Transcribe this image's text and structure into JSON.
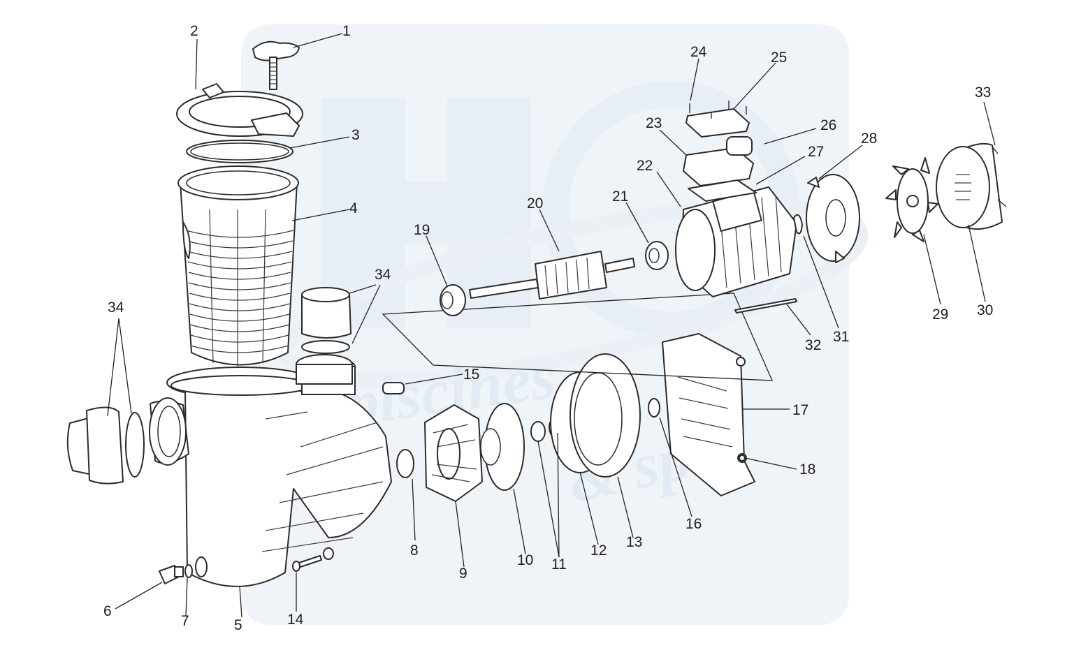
{
  "diagram": {
    "type": "exploded-parts-view",
    "watermark": {
      "text_line1": "piscines",
      "text_line2": "& spas"
    },
    "callouts": [
      {
        "id": "c1",
        "label": "1"
      },
      {
        "id": "c2",
        "label": "2"
      },
      {
        "id": "c3",
        "label": "3"
      },
      {
        "id": "c4",
        "label": "4"
      },
      {
        "id": "c5",
        "label": "5"
      },
      {
        "id": "c6",
        "label": "6"
      },
      {
        "id": "c7",
        "label": "7"
      },
      {
        "id": "c8",
        "label": "8"
      },
      {
        "id": "c9",
        "label": "9"
      },
      {
        "id": "c10",
        "label": "10"
      },
      {
        "id": "c11",
        "label": "11"
      },
      {
        "id": "c12",
        "label": "12"
      },
      {
        "id": "c13",
        "label": "13"
      },
      {
        "id": "c14",
        "label": "14"
      },
      {
        "id": "c15",
        "label": "15"
      },
      {
        "id": "c16",
        "label": "16"
      },
      {
        "id": "c17",
        "label": "17"
      },
      {
        "id": "c18",
        "label": "18"
      },
      {
        "id": "c19",
        "label": "19"
      },
      {
        "id": "c20",
        "label": "20"
      },
      {
        "id": "c21",
        "label": "21"
      },
      {
        "id": "c22",
        "label": "22"
      },
      {
        "id": "c23",
        "label": "23"
      },
      {
        "id": "c24",
        "label": "24"
      },
      {
        "id": "c25",
        "label": "25"
      },
      {
        "id": "c26",
        "label": "26"
      },
      {
        "id": "c27",
        "label": "27"
      },
      {
        "id": "c28",
        "label": "28"
      },
      {
        "id": "c29",
        "label": "29"
      },
      {
        "id": "c30",
        "label": "30"
      },
      {
        "id": "c31",
        "label": "31"
      },
      {
        "id": "c32",
        "label": "32"
      },
      {
        "id": "c33",
        "label": "33"
      },
      {
        "id": "c34a",
        "label": "34"
      },
      {
        "id": "c34b",
        "label": "34"
      }
    ]
  }
}
